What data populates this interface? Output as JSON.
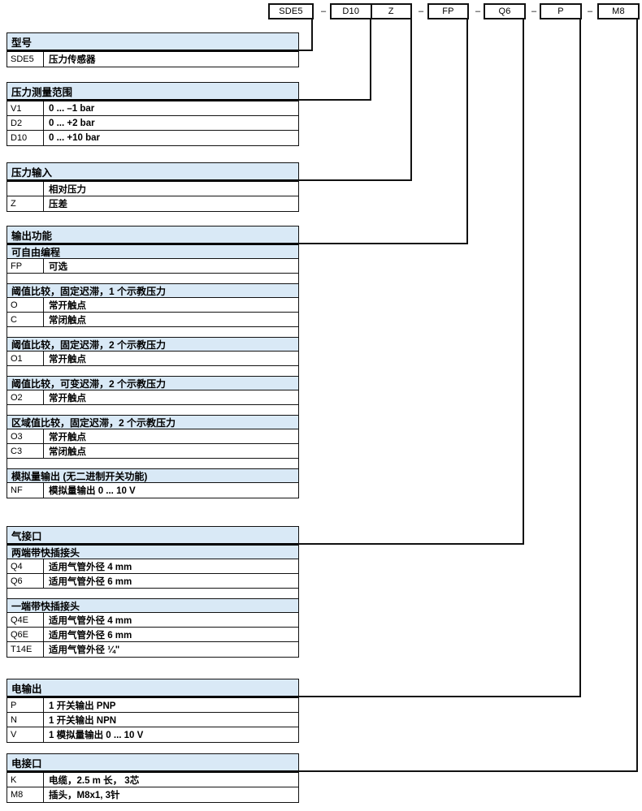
{
  "separator": "–",
  "code_bar": {
    "boxes": {
      "sde5": "SDE5",
      "d10": "D10",
      "z": "Z",
      "fp": "FP",
      "q6": "Q6",
      "p": "P",
      "m8": "M8"
    }
  },
  "colors": {
    "header_bg": "#d9e9f6",
    "line": "#111111"
  },
  "sections": [
    {
      "title": "型号",
      "items": [
        {
          "code": "SDE5",
          "desc": "压力传感器"
        }
      ]
    },
    {
      "title": "压力测量范围",
      "items": [
        {
          "code": "V1",
          "desc": "0 ... –1 bar"
        },
        {
          "code": "D2",
          "desc": "0 ... +2 bar"
        },
        {
          "code": "D10",
          "desc": "0 ... +10 bar"
        }
      ]
    },
    {
      "title": "压力输入",
      "items": [
        {
          "code": "",
          "desc": "相对压力"
        },
        {
          "code": "Z",
          "desc": "压差"
        }
      ]
    },
    {
      "title": "输出功能",
      "items": [
        {
          "sub": "可自由编程"
        },
        {
          "code": "FP",
          "desc": "可选"
        },
        {
          "spacer": true
        },
        {
          "sub": "阈值比较，固定迟滞，1 个示教压力"
        },
        {
          "code": "O",
          "desc": "常开触点"
        },
        {
          "code": "C",
          "desc": "常闭触点"
        },
        {
          "spacer": true
        },
        {
          "sub": "阈值比较，固定迟滞，2 个示教压力"
        },
        {
          "code": "O1",
          "desc": "常开触点"
        },
        {
          "spacer": true
        },
        {
          "sub": "阈值比较，可变迟滞，2 个示教压力"
        },
        {
          "code": "O2",
          "desc": "常开触点"
        },
        {
          "spacer": true
        },
        {
          "sub": "区域值比较，固定迟滞，2 个示教压力"
        },
        {
          "code": "O3",
          "desc": "常开触点"
        },
        {
          "code": "C3",
          "desc": "常闭触点"
        },
        {
          "spacer": true
        },
        {
          "sub": "模拟量输出 (无二进制开关功能)"
        },
        {
          "code": "NF",
          "desc": "模拟量输出 0 ... 10 V"
        }
      ]
    },
    {
      "title": "气接口",
      "items": [
        {
          "sub": "两端带快插接头"
        },
        {
          "code": "Q4",
          "desc": "适用气管外径 4 mm"
        },
        {
          "code": "Q6",
          "desc": "适用气管外径 6 mm"
        },
        {
          "spacer": true
        },
        {
          "sub": "一端带快插接头"
        },
        {
          "code": "Q4E",
          "desc": "适用气管外径 4 mm"
        },
        {
          "code": "Q6E",
          "desc": "适用气管外径 6 mm"
        },
        {
          "code": "T14E",
          "desc": "适用气管外径 ¼\""
        }
      ]
    },
    {
      "title": "电输出",
      "items": [
        {
          "code": "P",
          "desc": "1 开关输出 PNP"
        },
        {
          "code": "N",
          "desc": "1 开关输出 NPN"
        },
        {
          "code": "V",
          "desc": "1 模拟量输出 0 ... 10 V"
        }
      ]
    },
    {
      "title": "电接口",
      "items": [
        {
          "code": "K",
          "desc": "电缆，2.5 m 长， 3芯"
        },
        {
          "code": "M8",
          "desc": "插头，M8x1, 3针"
        }
      ]
    }
  ]
}
